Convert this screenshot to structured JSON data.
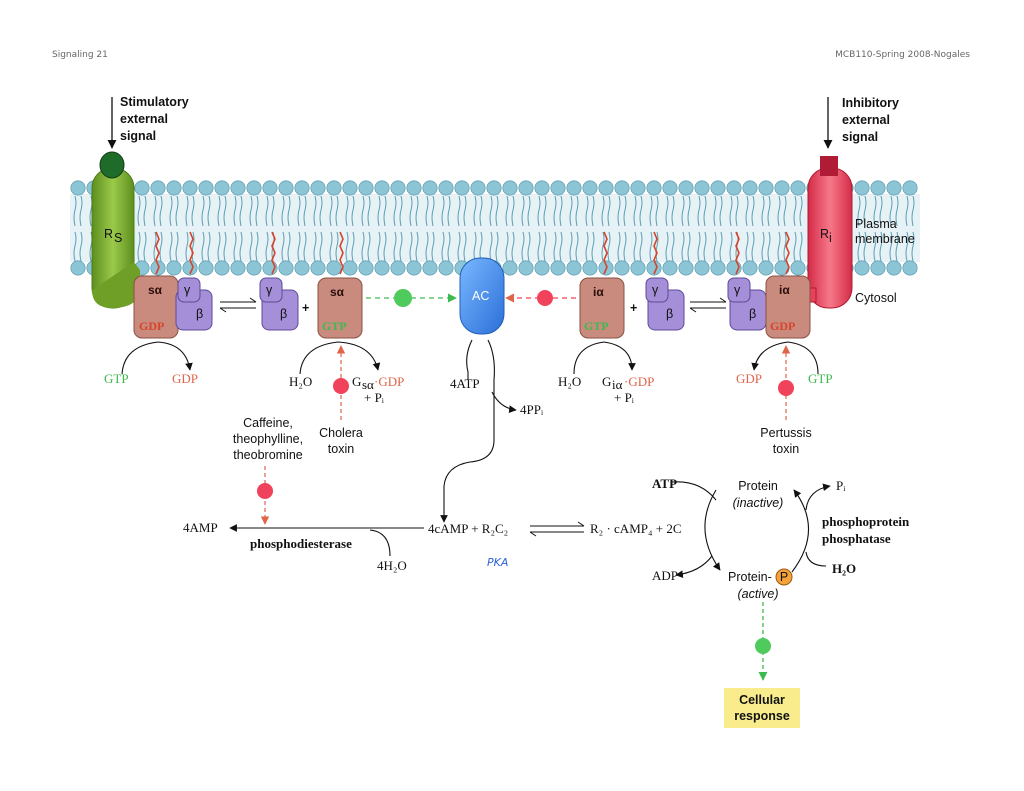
{
  "header": {
    "left": "Signaling 21",
    "right": "MCB110-Spring 2008-Nogales"
  },
  "signals": {
    "stimulatory": [
      "Stimulatory",
      "external",
      "signal"
    ],
    "inhibitory": [
      "Inhibitory",
      "external",
      "signal"
    ]
  },
  "receptors": {
    "rs": "R",
    "rs_sub": "S",
    "ri": "R",
    "ri_sub": "i"
  },
  "membrane": {
    "plasma": [
      "Plasma",
      "membrane"
    ],
    "cytosol": "Cytosol"
  },
  "proteins": {
    "s_alpha": "sα",
    "i_alpha": "iα",
    "gamma": "γ",
    "beta": "β",
    "ac": "AC",
    "gdp": "GDP",
    "gtp": "GTP",
    "plus": "+"
  },
  "left_exchange": {
    "gtp": "GTP",
    "gdp": "GDP"
  },
  "right_exchange": {
    "gdp": "GDP",
    "gtp": "GTP"
  },
  "hydrolysis_s": {
    "water": "H₂O",
    "product_prefix": "G",
    "product_sub": "sα",
    "product_suffix": "·GDP",
    "pi": "+ Pᵢ"
  },
  "hydrolysis_i": {
    "water": "H₂O",
    "product_prefix": "G",
    "product_sub": "iα",
    "product_suffix": "·GDP",
    "pi": "+ Pᵢ"
  },
  "toxins": {
    "cholera": [
      "Cholera",
      "toxin"
    ],
    "pertussis": [
      "Pertussis",
      "toxin"
    ],
    "xanthines": [
      "Caffeine,",
      "theophylline,",
      "theobromine"
    ]
  },
  "ac_reaction": {
    "atp": "4ATP",
    "ppi": "4PPᵢ"
  },
  "camp_pathway": {
    "amp": "4AMP",
    "enzyme": "phosphodiesterase",
    "water": "4H₂O",
    "camp_r2c2": "4cAMP + R₂C₂",
    "complex": "R₂ · cAMP₄ + 2C",
    "pka_note": "PKA"
  },
  "phospho_cycle": {
    "atp": "ATP",
    "adp": "ADP",
    "pi": "Pᵢ",
    "water": "H₂O",
    "protein_inactive": "Protein",
    "inactive": "(inactive)",
    "protein_active": "Protein-",
    "active": "(active)",
    "p": "P",
    "phosphatase": [
      "phosphoprotein",
      "phosphatase"
    ]
  },
  "response": [
    "Cellular",
    "response"
  ],
  "colors": {
    "membrane_head": "#8cc6d6",
    "membrane_tail": "#5a9fb3",
    "rs_green": "#7cab2e",
    "ri_red": "#e8425a",
    "g_alpha": "#c98b7d",
    "g_betagamma": "#a58fd8",
    "ac_blue": "#3d8ef0",
    "gtp_green": "#3cba4f",
    "gdp_red": "#e0644a",
    "inhibit_red": "#f0425a",
    "response_bg": "#f9ec8c"
  }
}
